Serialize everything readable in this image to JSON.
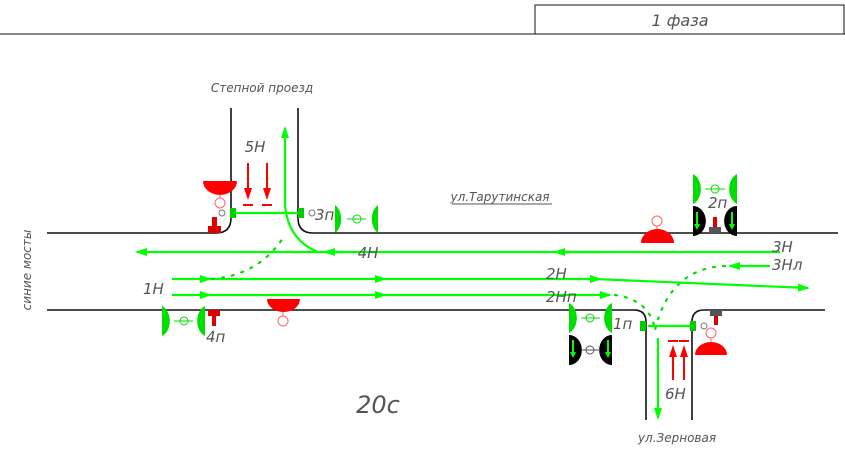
{
  "header": {
    "phase_title": "1  фаза"
  },
  "streets": {
    "north": "Степной    проезд",
    "main": "ул.Тарутинская",
    "west": "синие  мосты",
    "south": "ул.Зерновая"
  },
  "movements": {
    "m1": "1Н",
    "m2": "2Н",
    "m2p": "2Нп",
    "m3": "3Н",
    "m3l": "3Нл",
    "m4": "4Н",
    "m5": "5Н",
    "m6": "6Н"
  },
  "signals": {
    "s1": "1п",
    "s2": "2п",
    "s3": "3п",
    "s4": "4п"
  },
  "phase_duration": "20с",
  "colors": {
    "go": "#00ff00",
    "stop": "#ff0000",
    "road": "#111111",
    "text": "#555555"
  }
}
